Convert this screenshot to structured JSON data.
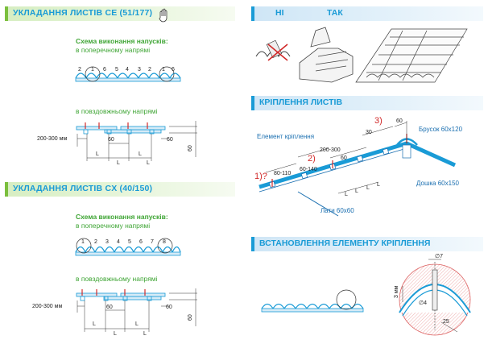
{
  "left": {
    "ce_title": "УКЛАДАННЯ ЛИСТІВ CE (51/177)",
    "ce_scheme_title": "Схема виконання напусків:",
    "ce_transverse": "в поперечному напрямі",
    "ce_numbers": [
      "2",
      "1",
      "6",
      "5",
      "4",
      "3",
      "2",
      "1",
      "6"
    ],
    "ce_longitudinal": "в повздовжньому напрямі",
    "ce_overlap": "200-300 мм",
    "ce_dim_60a": "60",
    "ce_dim_60b": "60",
    "ce_dim_60v": "60",
    "ce_L": [
      "L",
      "L",
      "L",
      "L"
    ],
    "cx_title": "УКЛАДАННЯ ЛИСТІВ CX (40/150)",
    "cx_scheme_title": "Схема виконання напусків:",
    "cx_transverse": "в поперечному напрямі",
    "cx_numbers": [
      "1",
      "2",
      "3",
      "4",
      "5",
      "6",
      "7",
      "8"
    ],
    "cx_longitudinal": "в повздовжньому напрямі",
    "cx_overlap": "200-300 мм",
    "cx_dim_60a": "60",
    "cx_dim_60b": "60",
    "cx_dim_60v": "60",
    "cx_L": [
      "L",
      "L",
      "L",
      "L"
    ]
  },
  "right": {
    "no_label": "НІ",
    "yes_label": "ТАК",
    "fix_title": "КРІПЛЕННЯ ЛИСТІВ",
    "element_label": "Елемент кріплення",
    "brusok_label": "Брусок 60х120",
    "doshka_label": "Дошка 60х150",
    "laty_label": "Лати 60х60",
    "mark1": "1)?",
    "mark2": "2)",
    "mark3": "3)",
    "dim_80_110": "80-110",
    "dim_60_140": "60-140",
    "dim_200_300": "200-300",
    "dim_60a": "60",
    "dim_30": "30",
    "dim_60b": "60",
    "fix_L": [
      "L",
      "L",
      "L",
      "L"
    ],
    "install_title": "ВСТАНОВЛЕННЯ ЕЛЕМЕНТУ КРІПЛЕННЯ",
    "d7": "∅7",
    "d4": "∅4",
    "d3mm": "3 мм",
    "d25": "25"
  },
  "colors": {
    "accent_blue": "#1a9bd6",
    "accent_green": "#3fa535",
    "red": "#d12a2a",
    "sheet_fill": "#d6ebf7"
  }
}
